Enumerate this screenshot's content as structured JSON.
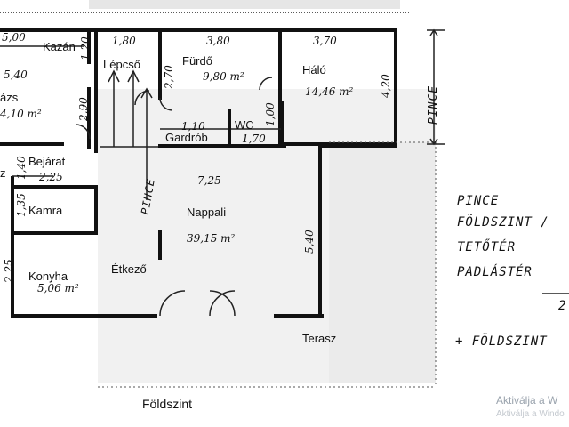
{
  "rooms": {
    "kazan": "Kazán",
    "lepcso": "Lépcső",
    "furdo": "Fürdő",
    "halo": "Háló",
    "haz_partial": "ázs",
    "gardrob": "Gardrób",
    "wc": "WC",
    "bejarat": "Bejárat",
    "kamra": "Kamra",
    "nappali": "Nappali",
    "konyha": "Konyha",
    "etkezo": "Étkező",
    "terasz": "Terasz",
    "z_partial": "z"
  },
  "dimensions": {
    "d_500": "5,00",
    "d_120": "1,20",
    "d_180": "1,80",
    "d_270": "2,70",
    "d_380": "3,80",
    "d_370": "3,70",
    "d_540a": "5,40",
    "d_290": "2,90",
    "area_furdo": "9,80 m²",
    "area_halo": "14,46 m²",
    "d_420": "4,20",
    "area_haz": "4,10 m²",
    "d_110": "1,10",
    "d_100": "1,00",
    "area_wc": "1,70",
    "d_140": "1,40",
    "d_225a": "2,25",
    "d_725": "7,25",
    "d_135": "1,35",
    "area_nappali": "39,15 m²",
    "d_540b": "5,40",
    "d_225b": "2,25",
    "area_konyha": "5,06 m²"
  },
  "annotations": {
    "pince_right": "PINCE",
    "pince_stair": "PINCE"
  },
  "notes": {
    "n1": "PINCE",
    "n2": "FÖLDSZINT /",
    "n3": "TETŐTÉR",
    "n4": "PADLÁSTÉR",
    "n5": "2",
    "n6": "+ FÖLDSZINT"
  },
  "footer": {
    "level": "Földszint",
    "activate_line1": "Aktiválja a W",
    "activate_line2": "Aktiválja a Windo"
  }
}
